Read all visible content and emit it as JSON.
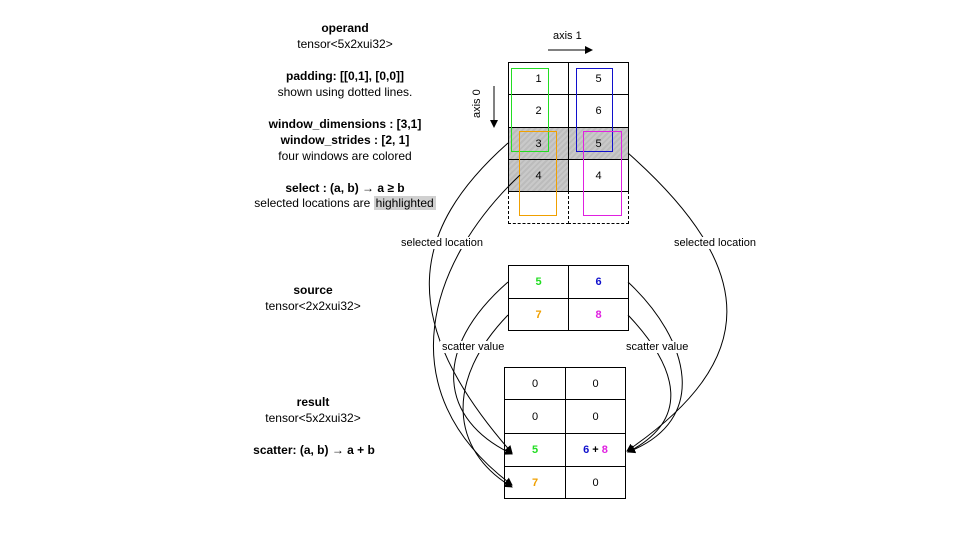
{
  "labels": {
    "operand_title": "operand",
    "operand_type": "tensor<5x2xui32>",
    "padding_title": "padding: [[0,1], [0,0]]",
    "padding_desc": "shown using dotted lines.",
    "window_dims": "window_dimensions :  [3,1]",
    "window_strides": "window_strides : [2, 1]",
    "windows_desc": "four windows are colored",
    "select_title": "select : (a, b) → a ≥ b",
    "select_desc_prefix": "selected locations are ",
    "select_desc_highlight": "highlighted",
    "source_title": "source",
    "source_type": "tensor<2x2xui32>",
    "result_title": "result",
    "result_type": "tensor<5x2xui32>",
    "scatter_title": "scatter: (a, b) → a + b",
    "axis1": "axis 1",
    "axis0": "axis 0",
    "selected_location_left": "selected location",
    "selected_location_right": "selected location",
    "scatter_value_left": "scatter value",
    "scatter_value_right": "scatter value"
  },
  "operand": [
    [
      "1",
      "5"
    ],
    [
      "2",
      "6"
    ],
    [
      "3",
      "5"
    ],
    [
      "4",
      "4"
    ]
  ],
  "source": [
    [
      "5",
      "6"
    ],
    [
      "7",
      "8"
    ]
  ],
  "result": {
    "r0": [
      "0",
      "0"
    ],
    "r1": [
      "0",
      "0"
    ],
    "r2c0": "5",
    "r2c1_a": "6",
    "r2c1_op": " + ",
    "r2c1_b": "8",
    "r3": [
      "7",
      "0"
    ]
  },
  "colors": {
    "green": "#22dd22",
    "blue": "#1010cc",
    "orange": "#f0a000",
    "magenta": "#e020e0",
    "highlight": "#c9c9c9"
  }
}
